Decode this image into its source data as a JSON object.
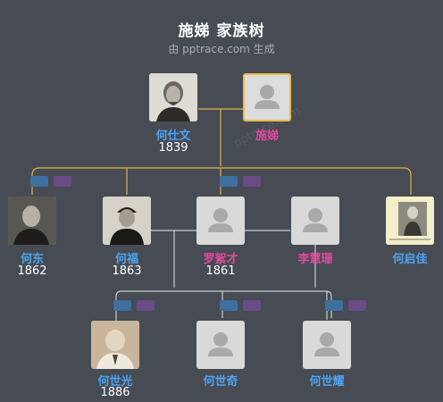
{
  "header": {
    "title": "施娣 家族树",
    "subtitle": "由 pptrace.com 生成"
  },
  "watermark": "pptrace.com",
  "colors": {
    "male": "#4da3f0",
    "female": "#e04a9e",
    "selected_border": "#e8bd48",
    "line_gold": "#d8a736"
  },
  "people": {
    "he_shiwen": {
      "name": "何仕文",
      "year": "1839"
    },
    "shi_di": {
      "name": "施娣"
    },
    "he_dong": {
      "name": "何东",
      "year": "1862"
    },
    "he_fu": {
      "name": "何福",
      "year": "1863"
    },
    "luo_xucai": {
      "name": "罗絮才",
      "year": "1861"
    },
    "li_huishan": {
      "name": "李慧珊"
    },
    "he_qijia": {
      "name": "何启佳"
    },
    "he_shiguang": {
      "name": "何世光",
      "year": "1886"
    },
    "he_shiqi": {
      "name": "何世奇"
    },
    "he_shiyao": {
      "name": "何世耀"
    }
  }
}
